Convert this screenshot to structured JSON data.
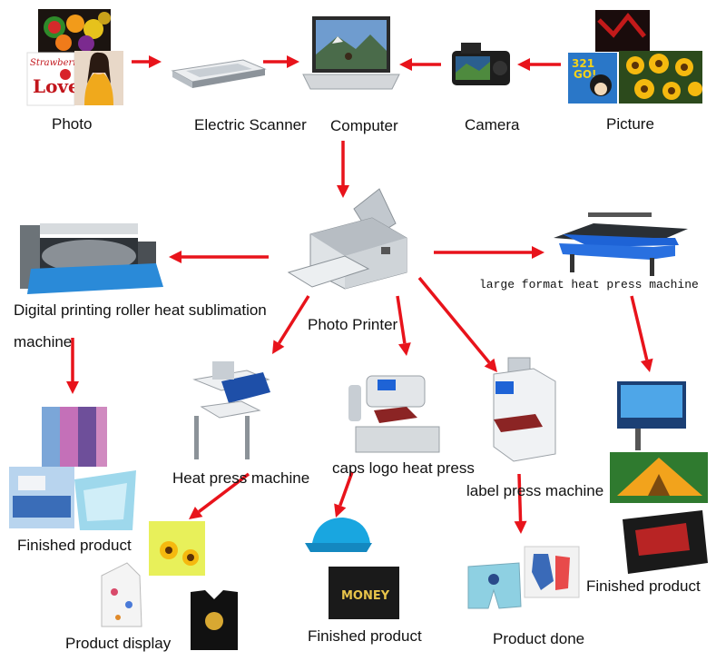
{
  "nodes": {
    "photo": "Photo",
    "scanner": "Electric Scanner",
    "computer": "Computer",
    "camera": "Camera",
    "picture": "Picture",
    "photo_printer": "Photo Printer",
    "roller_line1": "Digital printing roller heat sublimation",
    "roller_line2": "machine",
    "large_format": "large format heat press machine",
    "heat_press": "Heat press machine",
    "caps": "caps logo heat press",
    "label_press": "label press machine",
    "finished_left": "Finished product",
    "product_display": "Product display",
    "finished_caps": "Finished product",
    "product_done": "Product done",
    "finished_right": "Finished product"
  },
  "photo_text": {
    "strawberry": "Strawberry",
    "love": "Love",
    "cap_text": "MONEY"
  },
  "colors": {
    "arrow": "#e8131b",
    "printer_body": "#d8dde2",
    "press_blue": "#1e63d6"
  }
}
